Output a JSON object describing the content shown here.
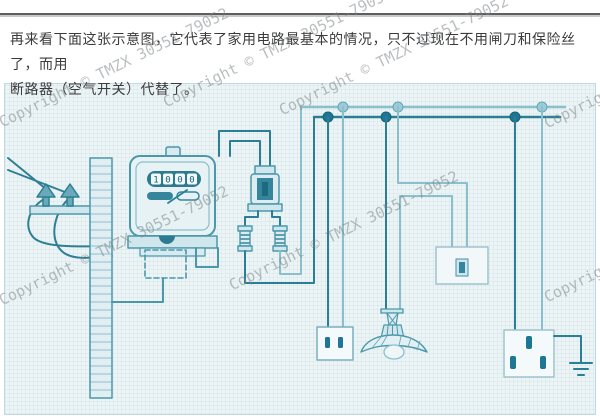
{
  "page": {
    "paragraph_line1": "再来看下面这张示意图，它代表了家用电路最基本的情况，只不过现在不用闸刀和保险丝了，而用",
    "paragraph_line2": "断路器（空气开关）代替了。"
  },
  "watermark": {
    "text": "Copyright © TMZX 30551-79052"
  },
  "diagram": {
    "description_components": [
      "service-wires",
      "insulators",
      "crossarm",
      "utility-pole",
      "electric-meter",
      "meter-terminal-box",
      "circuit-breaker-air-switch",
      "fuse-left",
      "fuse-right",
      "bus-wire-light",
      "bus-wire-dark",
      "two-hole-outlet",
      "pendant-lamp",
      "wall-switch",
      "three-hole-outlet",
      "ground-symbol"
    ],
    "meter": {
      "reading": "1000",
      "digits": [
        "1",
        "0",
        "0",
        "0"
      ]
    },
    "colors": {
      "panel_background": "#edf4f5",
      "panel_border": "#bfdae2",
      "wire_dark": "#2a7f97",
      "wire_light": "#8abfcc",
      "device_outline": "#4b98ab",
      "device_fill": "#dcecf0",
      "meter_display_band": "#2e7a90",
      "junction_dot_dark": "#1d7794",
      "junction_dot_light": "#9ccbd6"
    }
  }
}
